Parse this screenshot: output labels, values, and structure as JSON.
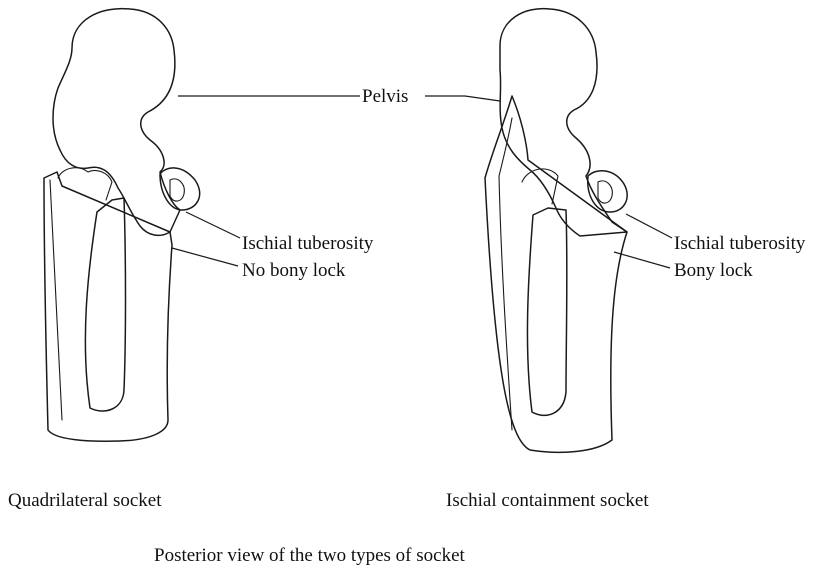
{
  "labels": {
    "pelvis": "Pelvis",
    "left_ischial_tuberosity": "Ischial tuberosity",
    "left_lock": "No bony lock",
    "right_ischial_tuberosity": "Ischial tuberosity",
    "right_lock": "Bony lock"
  },
  "captions": {
    "left_socket": "Quadrilateral socket",
    "right_socket": "Ischial containment socket",
    "figure": "Posterior view of the two types of socket"
  },
  "colors": {
    "line": "#1a1a1a",
    "text": "#111111",
    "background": "#ffffff"
  }
}
